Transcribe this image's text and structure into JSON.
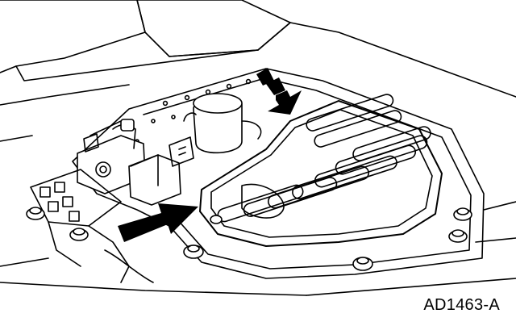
{
  "figure": {
    "id_label": "AD1463-A",
    "line_color": "#000000",
    "background_color": "#ffffff"
  },
  "callouts": [
    {
      "name": "filter-arrow",
      "icon": "dashed-arrow-icon"
    },
    {
      "name": "solenoid-arrow",
      "icon": "solid-arrow-icon"
    }
  ]
}
